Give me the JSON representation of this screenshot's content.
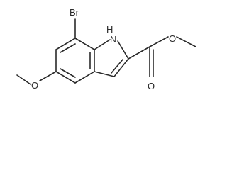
{
  "structure": {
    "atom_labels": {
      "bromine": "Br",
      "nh": "H",
      "n": "N",
      "methoxy_oxygen": "O",
      "ester_single_oxygen": "O",
      "ester_carbonyl_oxygen": "O"
    }
  }
}
